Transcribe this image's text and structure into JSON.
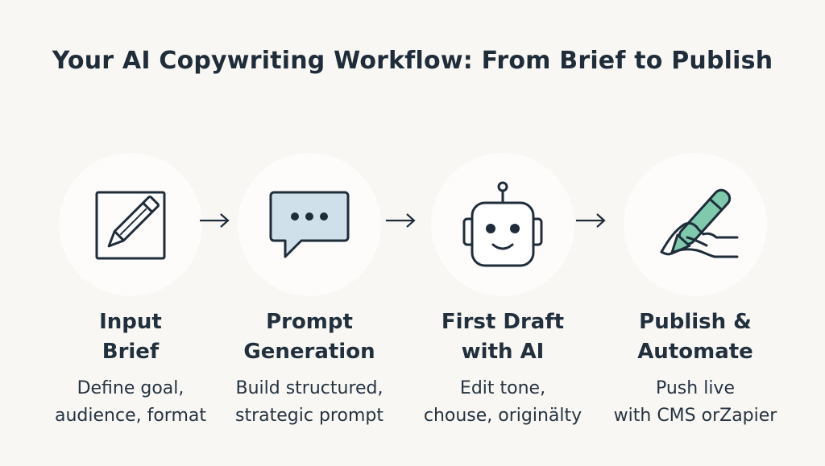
{
  "title": "Your AI Copywriting Workflow: From Brief to Publish",
  "colors": {
    "background": "#f8f7f4",
    "text": "#1f2d3a",
    "accent_blue": "#cfe0ea",
    "accent_green": "#7fc9ad"
  },
  "steps": [
    {
      "icon": "pencil-in-square-icon",
      "title_line1": "Input",
      "title_line2": "Brief",
      "desc_line1": "Define goal,",
      "desc_line2": "audience, format"
    },
    {
      "icon": "chat-bubble-icon",
      "title_line1": "Prompt",
      "title_line2": "Generation",
      "desc_line1": "Build structured,",
      "desc_line2": "strategic prompt"
    },
    {
      "icon": "robot-icon",
      "title_line1": "First Draft",
      "title_line2": "with AI",
      "desc_line1": "Edit tone,",
      "desc_line2": "chouse, originälty"
    },
    {
      "icon": "hand-writing-pen-icon",
      "title_line1": "Publish &",
      "title_line2": "Automate",
      "desc_line1": "Push live",
      "desc_line2": "with CMS orZapier"
    }
  ]
}
